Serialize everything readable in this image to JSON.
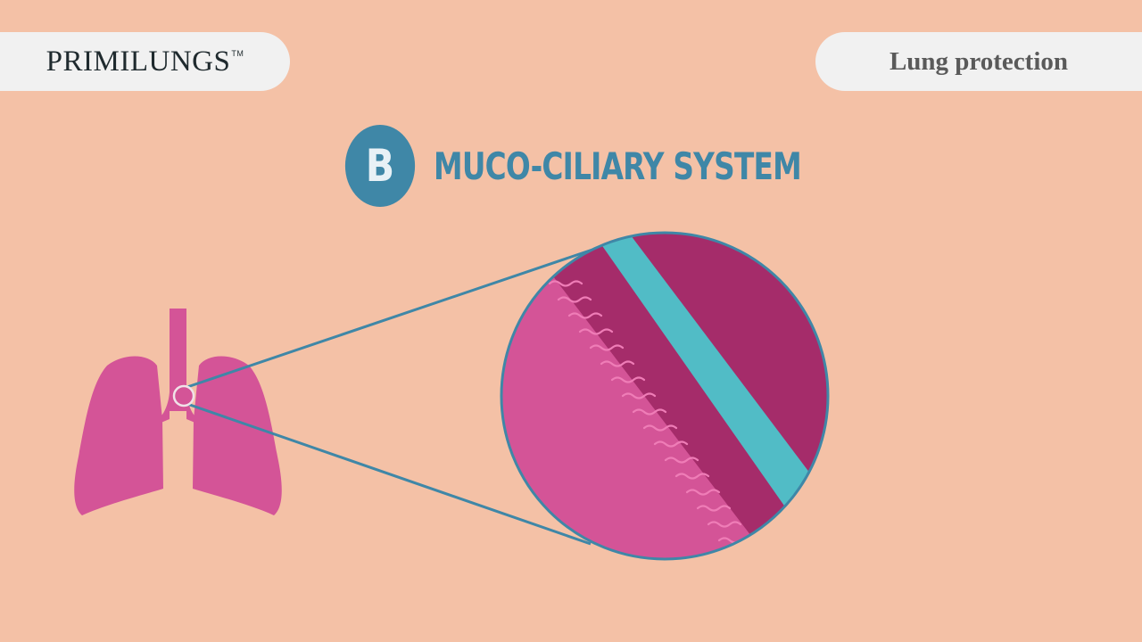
{
  "header": {
    "brand": "PRIMILUNGS",
    "trademark": "TM",
    "topic": "Lung protection"
  },
  "section": {
    "letter": "B",
    "title": "MUCO-CILIARY SYSTEM"
  },
  "colors": {
    "background": "#f4c1a6",
    "lung": "#d45497",
    "mucus": "#a52c6a",
    "cilia_layer": "#51bcc6",
    "outline": "#3f87a7"
  }
}
